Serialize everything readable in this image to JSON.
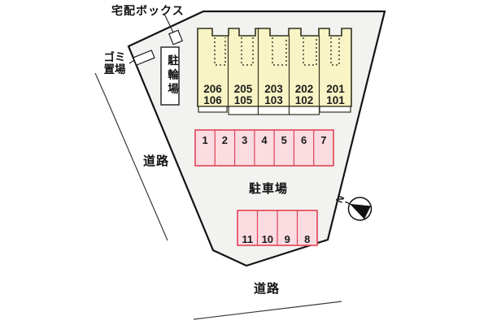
{
  "title": "site-plan",
  "labels": {
    "delivery_box": "宅配ボックス",
    "garbage_line1": "ゴミ",
    "garbage_line2": "置場",
    "bicycle_parking": "駐輪場",
    "road_left": "道路",
    "parking_lot": "駐車場",
    "road_bottom": "道路",
    "north": "N"
  },
  "building": {
    "units": [
      {
        "upper": "206",
        "lower": "106"
      },
      {
        "upper": "205",
        "lower": "105"
      },
      {
        "upper": "203",
        "lower": "103"
      },
      {
        "upper": "202",
        "lower": "102"
      },
      {
        "upper": "201",
        "lower": "101"
      }
    ]
  },
  "parking": {
    "row_top": [
      "1",
      "2",
      "3",
      "4",
      "5",
      "6",
      "7"
    ],
    "row_bottom": [
      "11",
      "10",
      "9",
      "8"
    ]
  },
  "colors": {
    "site_fill": "#f2f2f0",
    "building_fill": "#f8f4c5",
    "building_stroke": "#33331f",
    "parking_fill": "#fbdce1",
    "parking_stroke": "#e0четыре"
  }
}
